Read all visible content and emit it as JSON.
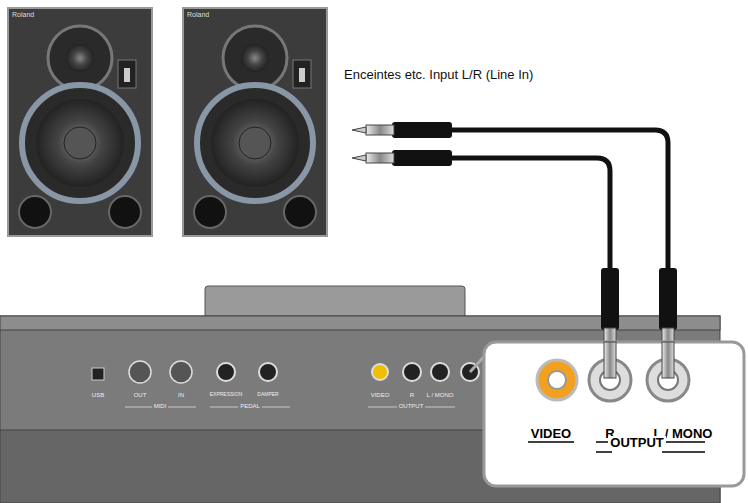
{
  "diagram": {
    "labels": [
      "Roland",
      "Roland",
      "Enceintes etc. Input L/R (Line In)",
      "USB",
      "OUT",
      "IN",
      "MIDI",
      "EXPRESSION",
      "DAMPER",
      "PEDAL",
      "VIDEO",
      "R",
      "L / MONO",
      "OUTPUT",
      "VIDEO",
      "R",
      "L / MONO",
      "OUTPUT"
    ]
  }
}
